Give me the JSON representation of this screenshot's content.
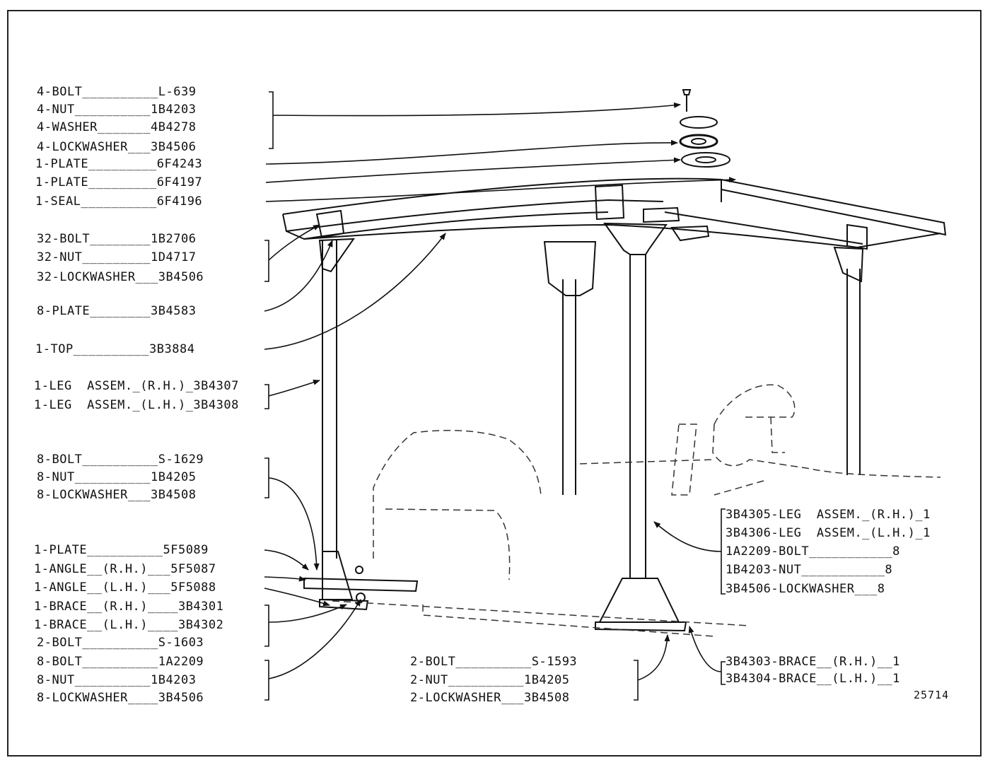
{
  "figure_number": "25714",
  "groups": [
    {
      "id": "top-fasteners",
      "lines": [
        "4-BOLT__________L-639",
        "4-NUT__________1B4203",
        "4-WASHER_______4B4278",
        "4-LOCKWASHER___3B4506"
      ]
    },
    {
      "id": "plates-seal",
      "lines": [
        "1-PLATE_________6F4243",
        "1-PLATE_________6F4197",
        "1-SEAL__________6F4196"
      ]
    },
    {
      "id": "roof-fasteners",
      "lines": [
        "32-BOLT________1B2706",
        "32-NUT_________1D4717",
        "32-LOCKWASHER___3B4506"
      ]
    },
    {
      "id": "corner-plate",
      "lines": [
        "8-PLATE________3B4583"
      ]
    },
    {
      "id": "top",
      "lines": [
        "1-TOP__________3B3884"
      ]
    },
    {
      "id": "rear-legs",
      "lines": [
        "1-LEG  ASSEM._(R.H.)_3B4307",
        "1-LEG  ASSEM._(L.H.)_3B4308"
      ]
    },
    {
      "id": "base-fasteners",
      "lines": [
        "8-BOLT__________S-1629",
        "8-NUT__________1B4205",
        "8-LOCKWASHER___3B4508"
      ]
    },
    {
      "id": "base-parts",
      "lines": [
        "1-PLATE__________5F5089",
        "1-ANGLE__(R.H.)___5F5087",
        "1-ANGLE__(L.H.)___5F5088",
        "1-BRACE__(R.H.)____3B4301",
        "1-BRACE__(L.H.)____3B4302",
        "2-BOLT__________S-1603"
      ]
    },
    {
      "id": "brace-fasteners",
      "lines": [
        "8-BOLT__________1A2209",
        "8-NUT__________1B4203",
        "8-LOCKWASHER____3B4506"
      ]
    },
    {
      "id": "front-brace-fasteners",
      "lines": [
        "2-BOLT__________S-1593",
        "2-NUT__________1B4205",
        "2-LOCKWASHER___3B4508"
      ]
    },
    {
      "id": "front-legs",
      "lines": [
        "3B4305-LEG  ASSEM._(R.H.)_1",
        "3B4306-LEG  ASSEM._(L.H.)_1",
        "1A2209-BOLT___________8",
        "1B4203-NUT___________8",
        "3B4506-LOCKWASHER___8"
      ]
    },
    {
      "id": "front-braces",
      "lines": [
        "3B4303-BRACE__(R.H.)__1",
        "3B4304-BRACE__(L.H.)__1"
      ]
    }
  ]
}
